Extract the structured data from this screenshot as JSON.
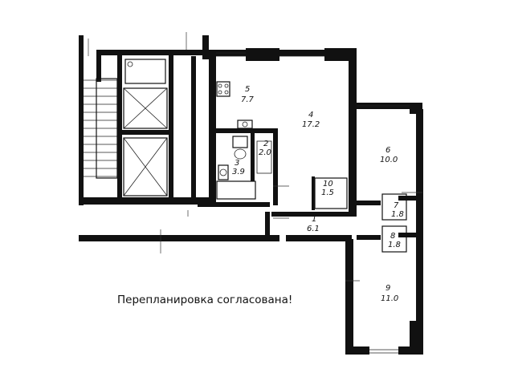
{
  "rooms": [
    {
      "number": "1",
      "area": "6.1"
    },
    {
      "number": "2",
      "area": "2.0"
    },
    {
      "number": "3",
      "area": "3.9"
    },
    {
      "number": "4",
      "area": "17.2"
    },
    {
      "number": "5",
      "area": "7.7"
    },
    {
      "number": "6",
      "area": "10.0"
    },
    {
      "number": "7",
      "area": "1.8"
    },
    {
      "number": "8",
      "area": "1.8"
    },
    {
      "number": "9",
      "area": "11.0"
    },
    {
      "number": "10",
      "area": "1.5"
    }
  ],
  "note": "Перепланировка согласована!"
}
